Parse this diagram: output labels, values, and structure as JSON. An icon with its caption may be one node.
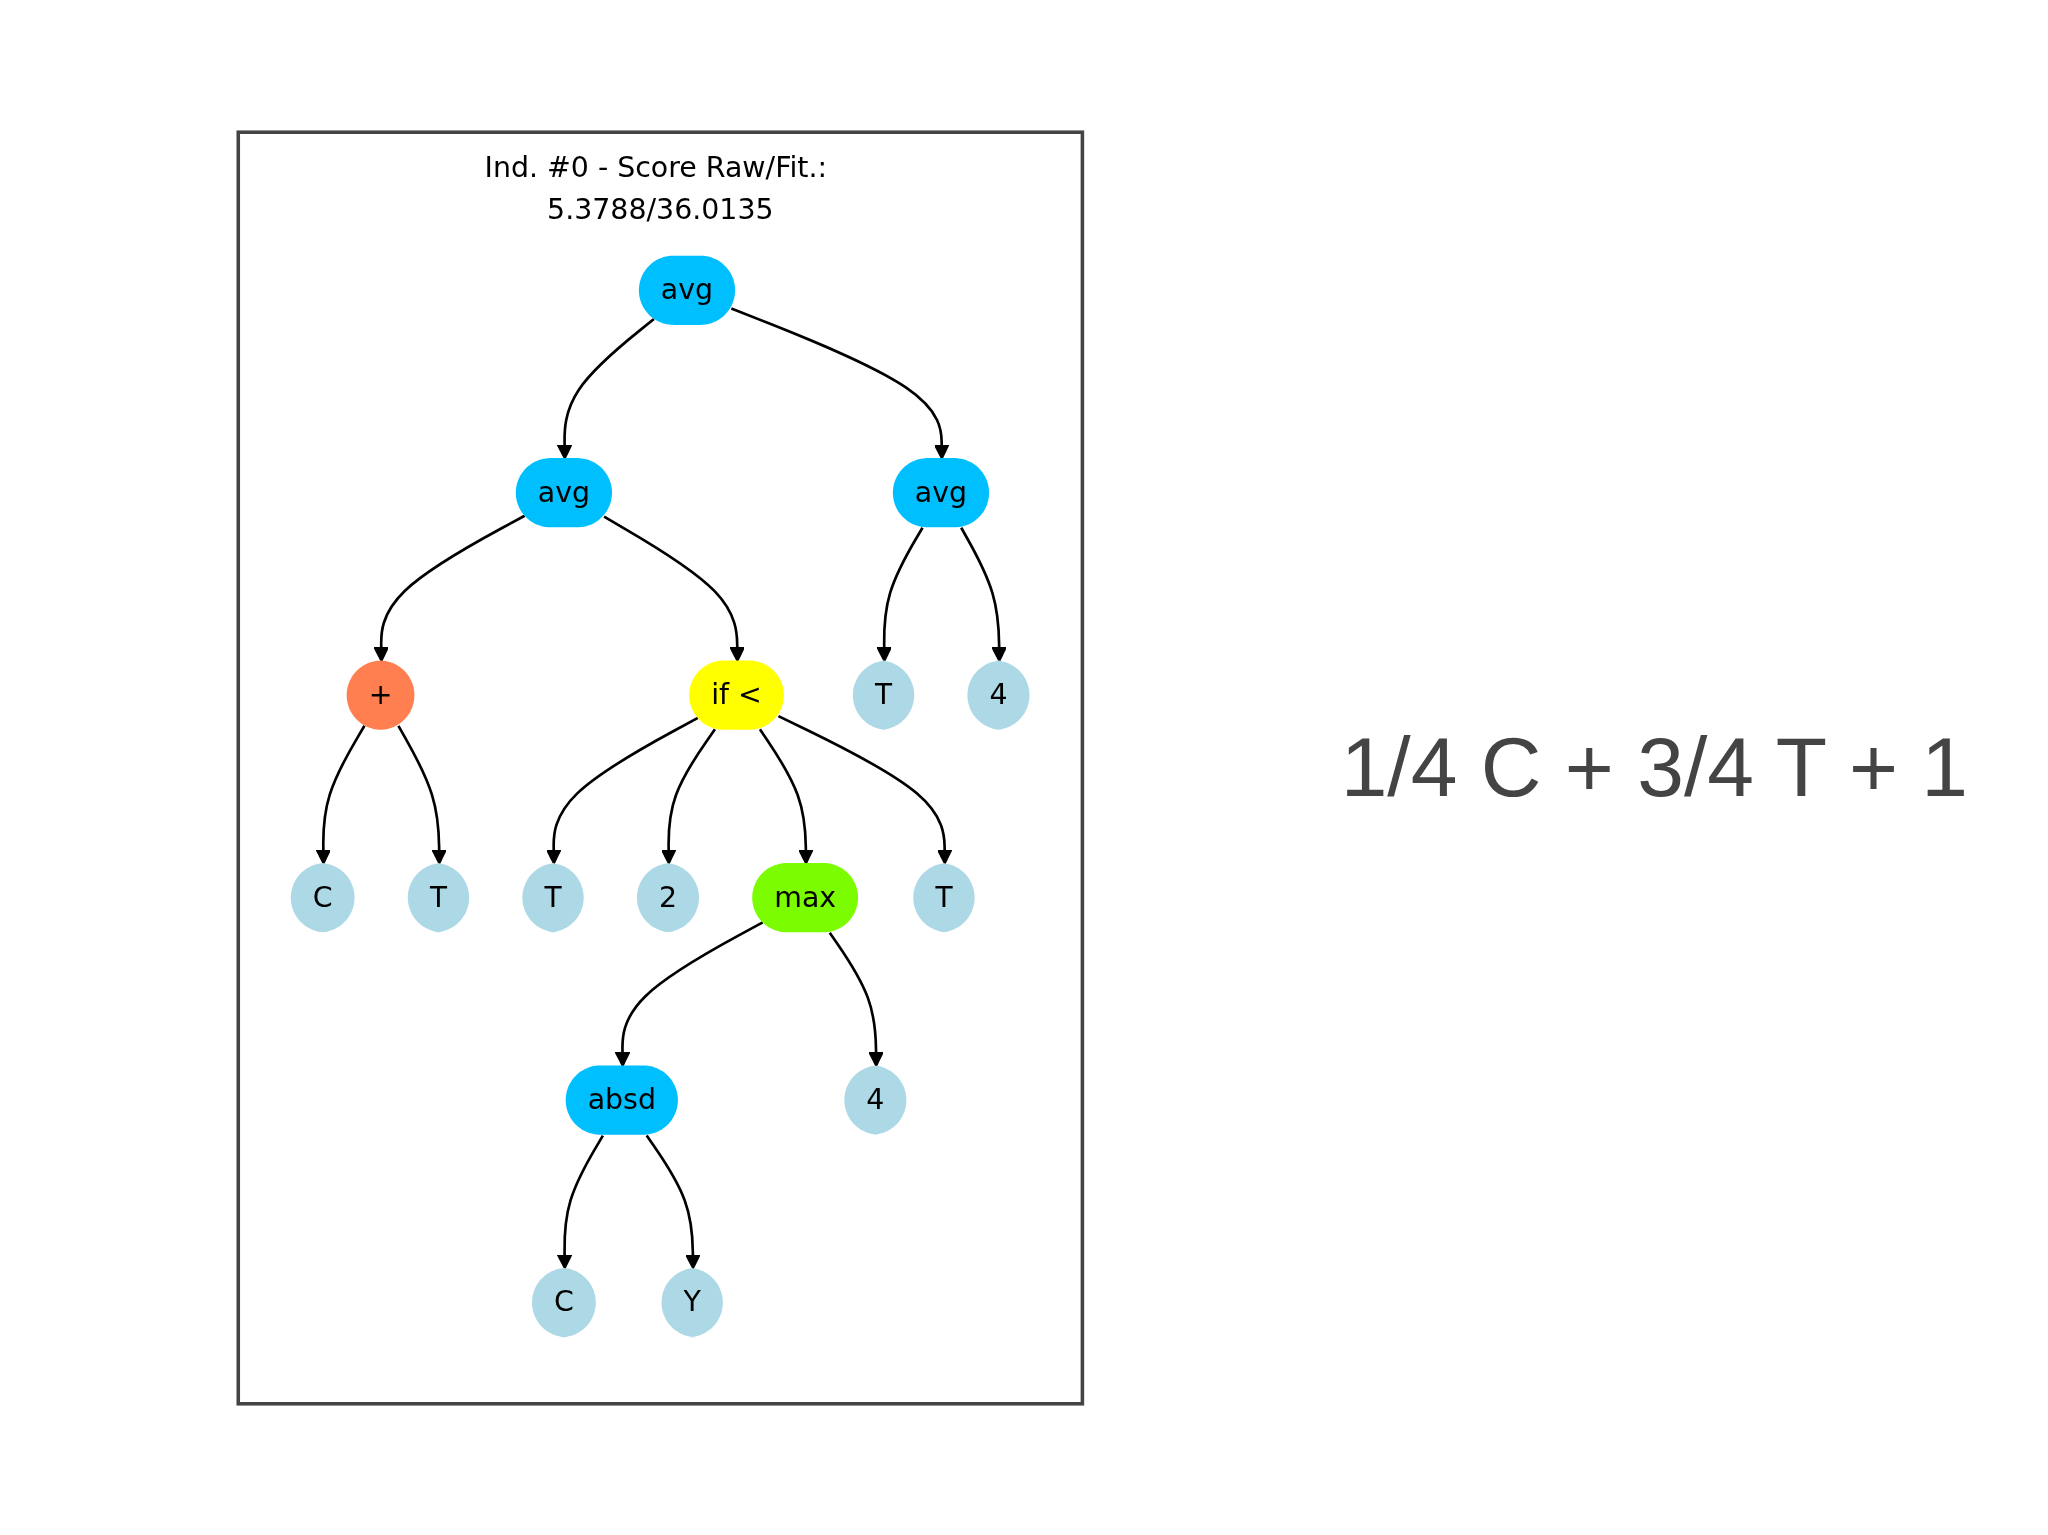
{
  "diagram": {
    "nodes": [
      {
        "text": [
          "Ind. #0 - Score Raw/Fit.: 5.3788/36.0135"
        ]
      },
      {
        "text": [
          "avg"
        ],
        "in": 0
      },
      {
        "text": [
          "avg"
        ],
        "in": 0
      },
      {
        "text": [
          "avg"
        ],
        "in": 0
      },
      {
        "text": [
          "+"
        ],
        "in": 0
      },
      {
        "text": [
          "if <"
        ],
        "in": 0
      },
      {
        "text": [
          "T"
        ],
        "in": 0
      },
      {
        "text": [
          "4"
        ],
        "in": 0
      },
      {
        "text": [
          "C"
        ],
        "in": 0
      },
      {
        "text": [
          "T"
        ],
        "in": 0
      },
      {
        "text": [
          "T"
        ],
        "in": 0
      },
      {
        "text": [
          "2"
        ],
        "in": 0
      },
      {
        "text": [
          "max"
        ],
        "in": 0
      },
      {
        "text": [
          "T"
        ],
        "in": 0
      },
      {
        "text": [
          "absd"
        ],
        "in": 0
      },
      {
        "text": [
          "4"
        ],
        "in": 0
      },
      {
        "text": [
          "C"
        ],
        "in": 0
      },
      {
        "text": [
          "Y"
        ],
        "in": 0
      }
    ],
    "edges": [
      {
        "from": 1,
        "to": 2,
        "arrow": "to"
      },
      {
        "from": 1,
        "to": 3,
        "arrow": "to"
      },
      {
        "from": 2,
        "to": 4,
        "arrow": "to"
      },
      {
        "from": 2,
        "to": 5,
        "arrow": "to"
      },
      {
        "from": 3,
        "to": 6,
        "arrow": "to"
      },
      {
        "from": 3,
        "to": 7,
        "arrow": "to"
      },
      {
        "from": 4,
        "to": 8,
        "arrow": "to"
      },
      {
        "from": 4,
        "to": 9,
        "arrow": "to"
      },
      {
        "from": 5,
        "to": 10,
        "arrow": "to"
      },
      {
        "from": 5,
        "to": 11,
        "arrow": "to"
      },
      {
        "from": 5,
        "to": 12,
        "arrow": "to"
      },
      {
        "from": 5,
        "to": 13,
        "arrow": "to"
      },
      {
        "from": 12,
        "to": 14,
        "arrow": "to"
      },
      {
        "from": 12,
        "to": 15,
        "arrow": "to"
      },
      {
        "from": 14,
        "to": 16,
        "arrow": "to"
      },
      {
        "from": 14,
        "to": 17,
        "arrow": "to"
      }
    ],
    "labels": [
      "1/4 C + 3/4 T + 1"
    ]
  }
}
